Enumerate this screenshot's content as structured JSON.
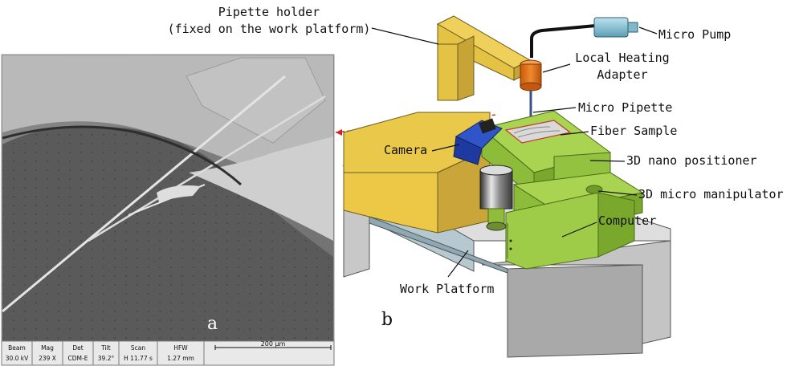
{
  "labels": {
    "pipette_holder_1": "Pipette holder",
    "pipette_holder_2": "(fixed on the work platform)",
    "micro_pump": "Micro Pump",
    "local_heating_1": "Local Heating",
    "local_heating_2": "Adapter",
    "micro_pipette": "Micro Pipette",
    "fiber_sample": "Fiber Sample",
    "camera": "Camera",
    "nano_positioner": "3D nano positioner",
    "micro_manipulator": "3D micro manipulator",
    "computer": "Computer",
    "work_platform": "Work Platform"
  },
  "panels": {
    "a": "a",
    "b": "b"
  },
  "sem_databar": {
    "headers": [
      "Beam",
      "Mag",
      "Det",
      "Tilt",
      "Scan",
      "HFW"
    ],
    "values": [
      "30.0 kV",
      "239 X",
      "CDM-E",
      "39.2°",
      "H 11.77 s",
      "1.27 mm"
    ],
    "scale": "200 µm"
  }
}
